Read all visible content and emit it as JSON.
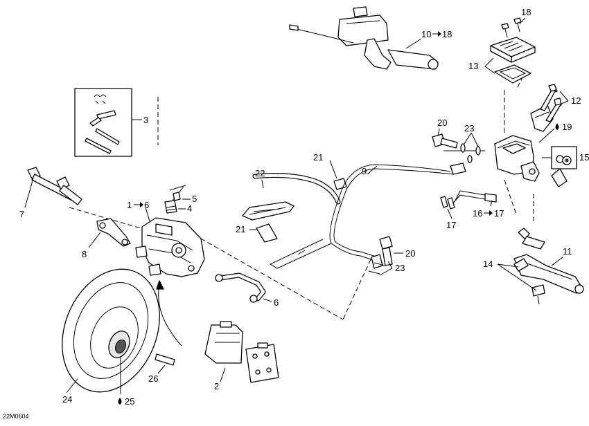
{
  "diagram_id": "22M0604",
  "callouts": {
    "c1": "1",
    "c2": "2",
    "c3": "3",
    "c4": "4",
    "c5": "5",
    "c6": "6",
    "c6b": "6",
    "c7": "7",
    "c8": "8",
    "c9": "9",
    "c10": "10",
    "c11": "11",
    "c12": "12",
    "c13": "13",
    "c14": "14",
    "c15": "15",
    "c16": "16",
    "c17": "17",
    "c17b": "17",
    "c18": "18",
    "c18b": "18",
    "c19": "19",
    "c20a": "20",
    "c20b": "20",
    "c21a": "21",
    "c21b": "21",
    "c22": "22",
    "c23a": "23",
    "c23b": "23",
    "c24": "24",
    "c25": "25",
    "c26": "26"
  }
}
